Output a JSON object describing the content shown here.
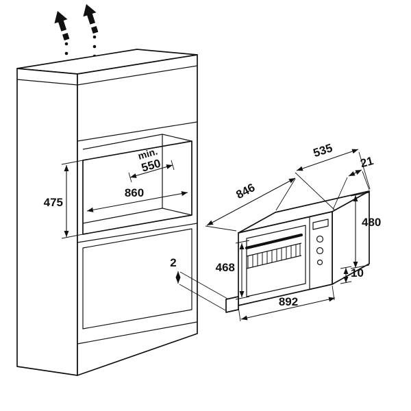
{
  "colors": {
    "ink": "#111111",
    "background": "#ffffff"
  },
  "cabinet": {
    "niche_depth_prefix": "min.",
    "niche_depth": "550",
    "niche_width": "860",
    "niche_height": "475"
  },
  "oven": {
    "body_width": "846",
    "depth": "535",
    "frame_overhang": "21",
    "frame_height": "480",
    "body_height": "468",
    "side_gap": "2",
    "bottom_gap": "10",
    "frame_width": "892"
  }
}
